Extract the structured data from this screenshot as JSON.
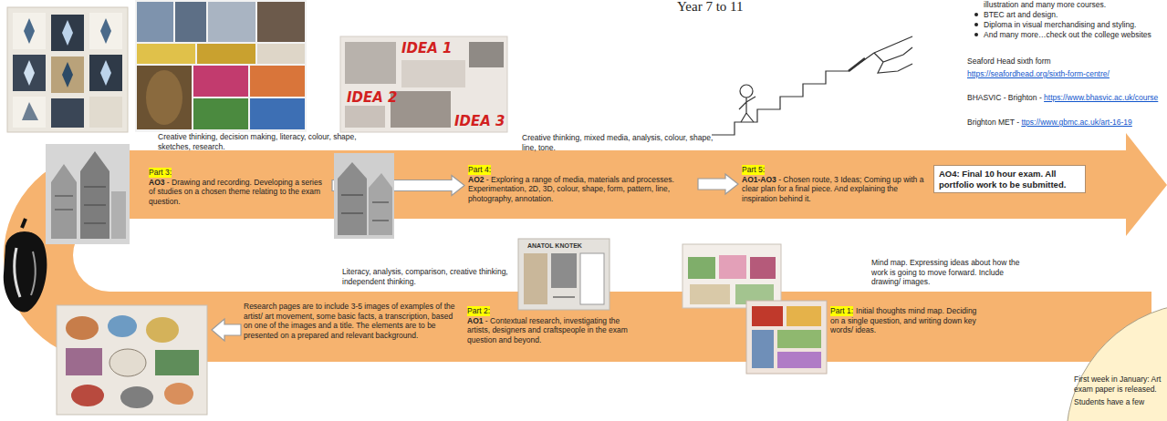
{
  "diagram": {
    "title": "Year 7 to 11",
    "nodes": [
      {
        "text": [
          "Part 3:",
          "AO3 - Drawing and recording. Developing a series of studies on a chosen theme relating to the exam question."
        ]
      },
      {
        "text": [
          "Part 4:",
          "AO2 - Exploring a range of media, materials and processes. Experimentation, 2D, 3D, colour, shape, form, pattern, line, photography, annotation."
        ]
      },
      {
        "text": [
          "Part 5:",
          "AO1-AO3 - Chosen route, 3 Ideas; Coming up with a clear plan for a final piece. And explaining the inspiration behind it."
        ]
      },
      {
        "text": [
          "AO4: Final 10 hour exam. All portfolio work to be submitted."
        ]
      },
      {
        "text": [
          "Research pages are to include 3-5 images of examples of the artist/ art movement, some basic facts, a transcription, based on one of the images and a title. The elements are to be presented on a prepared and relevant background."
        ]
      },
      {
        "text": [
          "Part 2:",
          "AO1 - Contextual research, investigating the artists, designers and craftspeople in the exam question and beyond."
        ]
      },
      {
        "text": [
          "Part 1:",
          "Initial thoughts mind map. Deciding on a single question, and writing down key words/ ideas."
        ]
      },
      {
        "text": [
          "First week in January: Art exam paper is released.",
          "Students have a few"
        ]
      }
    ],
    "edges": [
      {
        "from": 0,
        "to": 1,
        "arrow": "to"
      },
      {
        "from": 1,
        "to": 2,
        "arrow": "to"
      }
    ],
    "labels": [
      "Creative thinking, decision making, literacy, colour, shape, sketches, research.",
      "Creative thinking, mixed media, analysis, colour, shape, line, tone.",
      "Literacy, analysis, comparison, creative thinking, independent thinking.",
      "Mind map. Expressing ideas about how the work is going to move forward. Include drawing/ images.",
      "illustration and many more courses.",
      "BTEC art and design.",
      "Diploma in visual merchandising and styling.",
      "And many more…check out the college websites",
      "Seaford Head sixth form",
      "https://seafordhead.org/sixth-form-centre/",
      "BHASVIC - Brighton - https://www.bhasvic.ac.uk/course",
      "Brighton MET - ttps://www.gbmc.ac.uk/art-16-19",
      "IDEA 1",
      "IDEA 2",
      "IDEA 3",
      "ANATOL KNOTEK"
    ]
  }
}
